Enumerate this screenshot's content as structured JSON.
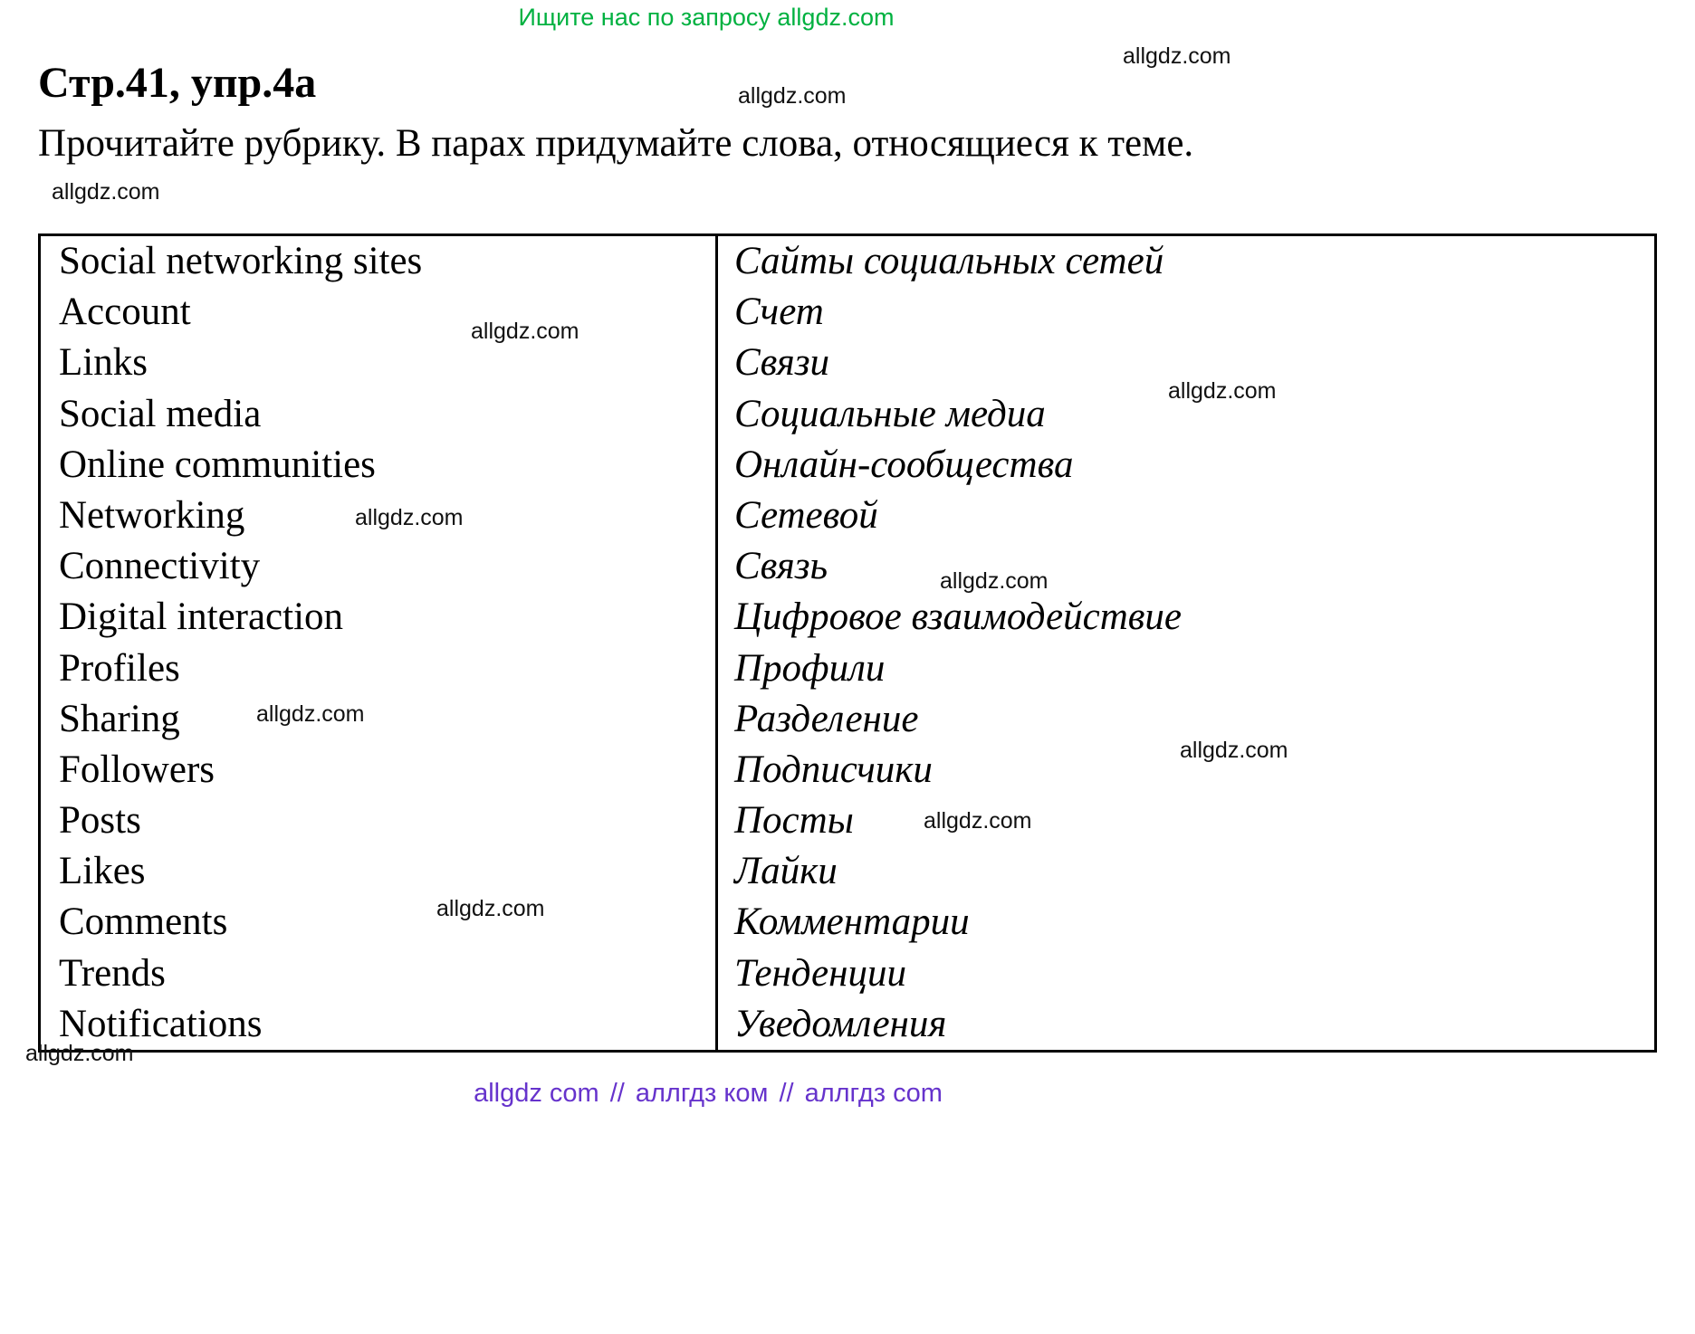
{
  "header": {
    "search_hint": "Ищите нас по запросу allgdz.com",
    "title": "Стр.41, упр.4а",
    "instruction": "Прочитайте рубрику. В парах придумайте слова, относящиеся к теме."
  },
  "watermark": {
    "label": "allgdz.com"
  },
  "table": {
    "rows": [
      {
        "en": "Social networking sites",
        "ru": "Сайты социальных сетей"
      },
      {
        "en": "Account",
        "ru": "Счет"
      },
      {
        "en": "Links",
        "ru": "Связи"
      },
      {
        "en": "Social media",
        "ru": "Социальные медиа"
      },
      {
        "en": "Online communities",
        "ru": "Онлайн-сообщества"
      },
      {
        "en": "Networking",
        "ru": "Сетевой"
      },
      {
        "en": "Connectivity",
        "ru": "Связь"
      },
      {
        "en": "Digital interaction",
        "ru": "Цифровое взаимодействие"
      },
      {
        "en": "Profiles",
        "ru": "Профили"
      },
      {
        "en": "Sharing",
        "ru": "Разделение"
      },
      {
        "en": "Followers",
        "ru": "Подписчики"
      },
      {
        "en": "Posts",
        "ru": "Посты"
      },
      {
        "en": "Likes",
        "ru": "Лайки"
      },
      {
        "en": "Comments",
        "ru": "Комментарии"
      },
      {
        "en": "Trends",
        "ru": "Тенденции"
      },
      {
        "en": "Notifications",
        "ru": "Уведомления"
      }
    ]
  },
  "footer": {
    "parts": [
      "allgdz com",
      "аллгдз ком",
      "аллгдз com"
    ],
    "separator": "//"
  },
  "colors": {
    "green": "#00b140",
    "purple": "#6633cc"
  }
}
